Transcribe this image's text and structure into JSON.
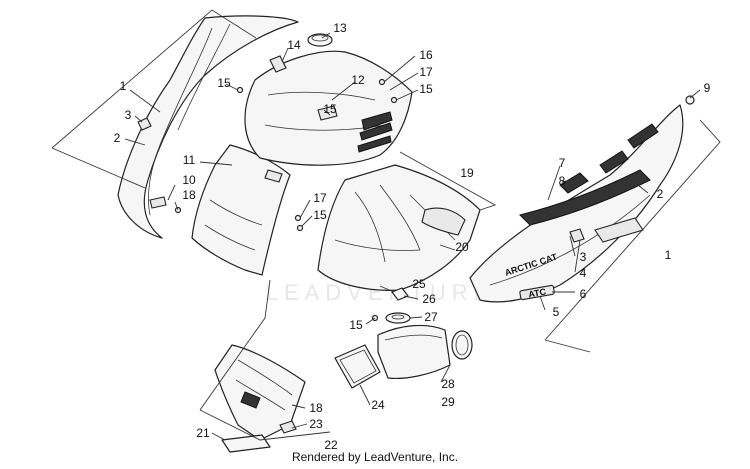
{
  "diagram": {
    "watermark": "LEADVENTURE",
    "credit": "Rendered by LeadVenture, Inc.",
    "decal_text": "ARCTIC CAT",
    "emblem_text": "ATC",
    "callouts": [
      "1",
      "3",
      "2",
      "10",
      "18",
      "11",
      "14",
      "13",
      "15",
      "12",
      "15",
      "16",
      "17",
      "15",
      "17",
      "15",
      "19",
      "20",
      "25",
      "26",
      "15",
      "27",
      "9",
      "7",
      "8",
      "2",
      "3",
      "4",
      "1",
      "6",
      "5",
      "28",
      "29",
      "24",
      "18",
      "23",
      "21",
      "22"
    ]
  }
}
